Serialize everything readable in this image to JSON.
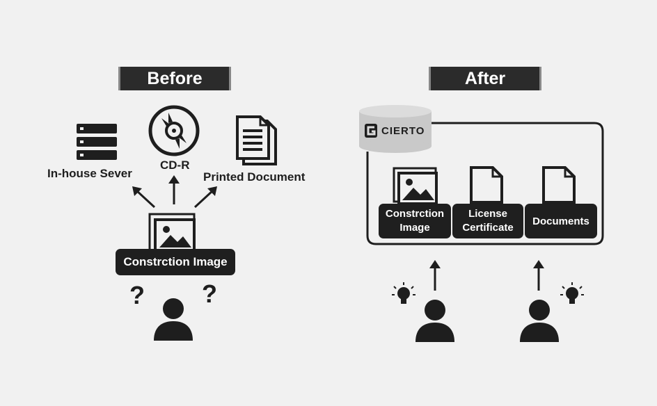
{
  "before": {
    "title": "Before",
    "storage": [
      {
        "label": "In-house Sever",
        "icon": "server-icon"
      },
      {
        "label": "CD-R",
        "icon": "disc-icon"
      },
      {
        "label": "Printed Document",
        "icon": "documents-icon"
      }
    ],
    "image_label": "Constrction Image",
    "confusion_marks": [
      "?",
      "?"
    ]
  },
  "after": {
    "title": "After",
    "system_name": "CIERTO",
    "items": [
      {
        "label_line1": "Constrction",
        "label_line2": "Image"
      },
      {
        "label_line1": "License",
        "label_line2": "Certificate"
      },
      {
        "label_line1": "Documents",
        "label_line2": ""
      }
    ]
  },
  "colors": {
    "background": "#f1f1f1",
    "dark": "#1f1f1f",
    "header": "#2b2b2b"
  }
}
